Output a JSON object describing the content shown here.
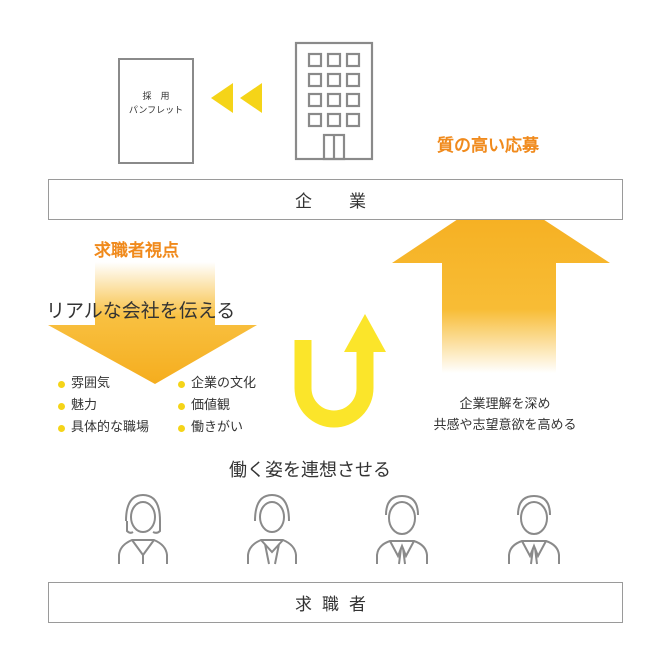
{
  "pamphlet": {
    "line1": "採　用",
    "line2": "パンフレット"
  },
  "labels": {
    "quality_application": "質の高い応募",
    "company_bar": "企　業",
    "seeker_view": "求職者視点",
    "convey_real": "リアルな会社を伝える",
    "imagine_working": "働く姿を連想させる",
    "understanding_line1": "企業理解を深め",
    "understanding_line2": "共感や志望意欲を高める",
    "seeker_bar": "求職者"
  },
  "bullets_left": [
    "雰囲気",
    "魅力",
    "具体的な職場"
  ],
  "bullets_right": [
    "企業の文化",
    "価値観",
    "働きがい"
  ],
  "colors": {
    "accent_orange": "#f08a1c",
    "arrow_yellow": "#f5b81e",
    "dot_yellow": "#f5d418",
    "u_arrow": "#fbe52a"
  }
}
